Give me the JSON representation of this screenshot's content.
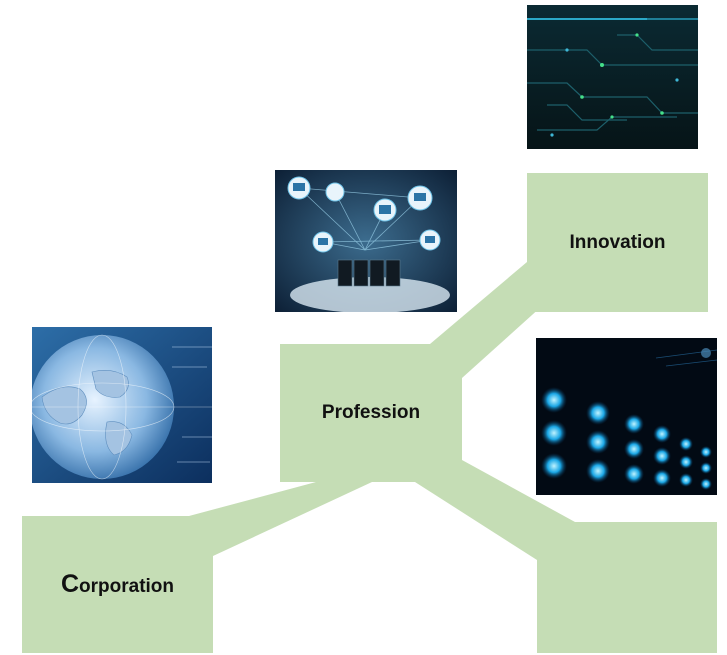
{
  "nodes": {
    "center": {
      "label": "Profession"
    },
    "top_right": {
      "label": "Innovation"
    },
    "bottom_left": {
      "label_first_letter": "C",
      "label_rest": "orporation"
    },
    "bottom_right": {
      "label": ""
    }
  },
  "images": {
    "circuit": {
      "icon": "circuit-board-photo"
    },
    "network": {
      "icon": "cloud-network-photo"
    },
    "globe": {
      "icon": "globe-photo"
    },
    "lights": {
      "icon": "blue-lights-photo"
    }
  },
  "colors": {
    "node_fill": "#c5ddb5",
    "text": "#111111"
  }
}
